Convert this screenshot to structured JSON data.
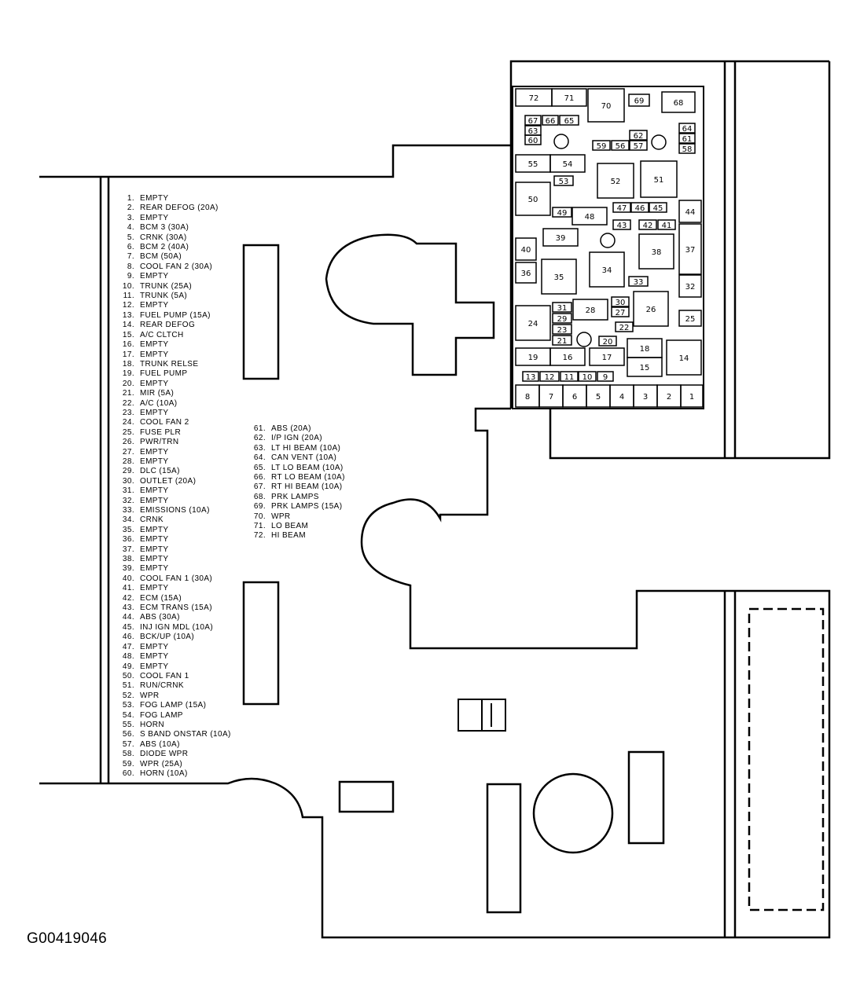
{
  "figure_id": "G00419046",
  "legend_left": [
    {
      "num": "1.",
      "label": "EMPTY"
    },
    {
      "num": "2.",
      "label": "REAR DEFOG (20A)"
    },
    {
      "num": "3.",
      "label": "EMPTY"
    },
    {
      "num": "4.",
      "label": "BCM 3 (30A)"
    },
    {
      "num": "5.",
      "label": "CRNK (30A)"
    },
    {
      "num": "6.",
      "label": "BCM 2 (40A)"
    },
    {
      "num": "7.",
      "label": "BCM (50A)"
    },
    {
      "num": "8.",
      "label": "COOL FAN 2 (30A)"
    },
    {
      "num": "9.",
      "label": "EMPTY"
    },
    {
      "num": "10.",
      "label": "TRUNK (25A)"
    },
    {
      "num": "11.",
      "label": "TRUNK (5A)"
    },
    {
      "num": "12.",
      "label": "EMPTY"
    },
    {
      "num": "13.",
      "label": "FUEL PUMP (15A)"
    },
    {
      "num": "14.",
      "label": "REAR DEFOG"
    },
    {
      "num": "15.",
      "label": "A/C CLTCH"
    },
    {
      "num": "16.",
      "label": "EMPTY"
    },
    {
      "num": "17.",
      "label": "EMPTY"
    },
    {
      "num": "18.",
      "label": "TRUNK RELSE"
    },
    {
      "num": "19.",
      "label": "FUEL PUMP"
    },
    {
      "num": "20.",
      "label": "EMPTY"
    },
    {
      "num": "21.",
      "label": "MIR (5A)"
    },
    {
      "num": "22.",
      "label": "A/C (10A)"
    },
    {
      "num": "23.",
      "label": "EMPTY"
    },
    {
      "num": "24.",
      "label": "COOL FAN 2"
    },
    {
      "num": "25.",
      "label": "FUSE PLR"
    },
    {
      "num": "26.",
      "label": "PWR/TRN"
    },
    {
      "num": "27.",
      "label": "EMPTY"
    },
    {
      "num": "28.",
      "label": "EMPTY"
    },
    {
      "num": "29.",
      "label": "DLC (15A)"
    },
    {
      "num": "30.",
      "label": "OUTLET (20A)"
    },
    {
      "num": "31.",
      "label": "EMPTY"
    },
    {
      "num": "32.",
      "label": "EMPTY"
    },
    {
      "num": "33.",
      "label": "EMISSIONS (10A)"
    },
    {
      "num": "34.",
      "label": "CRNK"
    },
    {
      "num": "35.",
      "label": "EMPTY"
    },
    {
      "num": "36.",
      "label": "EMPTY"
    },
    {
      "num": "37.",
      "label": "EMPTY"
    },
    {
      "num": "38.",
      "label": "EMPTY"
    },
    {
      "num": "39.",
      "label": "EMPTY"
    },
    {
      "num": "40.",
      "label": "COOL FAN 1 (30A)"
    },
    {
      "num": "41.",
      "label": "EMPTY"
    },
    {
      "num": "42.",
      "label": "ECM (15A)"
    },
    {
      "num": "43.",
      "label": "ECM TRANS (15A)"
    },
    {
      "num": "44.",
      "label": "ABS (30A)"
    },
    {
      "num": "45.",
      "label": "INJ IGN MDL (10A)"
    },
    {
      "num": "46.",
      "label": "BCK/UP (10A)"
    },
    {
      "num": "47.",
      "label": "EMPTY"
    },
    {
      "num": "48.",
      "label": "EMPTY"
    },
    {
      "num": "49.",
      "label": "EMPTY"
    },
    {
      "num": "50.",
      "label": "COOL FAN 1"
    },
    {
      "num": "51.",
      "label": "RUN/CRNK"
    },
    {
      "num": "52.",
      "label": "WPR"
    },
    {
      "num": "53.",
      "label": "FOG LAMP (15A)"
    },
    {
      "num": "54.",
      "label": "FOG LAMP"
    },
    {
      "num": "55.",
      "label": "HORN"
    },
    {
      "num": "56.",
      "label": "S BAND ONSTAR (10A)"
    },
    {
      "num": "57.",
      "label": "ABS (10A)"
    },
    {
      "num": "58.",
      "label": "DIODE WPR"
    },
    {
      "num": "59.",
      "label": "WPR (25A)"
    },
    {
      "num": "60.",
      "label": "HORN (10A)"
    }
  ],
  "legend_right": [
    {
      "num": "61.",
      "label": "ABS (20A)"
    },
    {
      "num": "62.",
      "label": "I/P IGN (20A)"
    },
    {
      "num": "63.",
      "label": "LT HI BEAM (10A)"
    },
    {
      "num": "64.",
      "label": "CAN VENT (10A)"
    },
    {
      "num": "65.",
      "label": "LT LO BEAM (10A)"
    },
    {
      "num": "66.",
      "label": "RT LO BEAM (10A)"
    },
    {
      "num": "67.",
      "label": "RT HI BEAM (10A)"
    },
    {
      "num": "68.",
      "label": "PRK LAMPS"
    },
    {
      "num": "69.",
      "label": "PRK LAMPS (15A)"
    },
    {
      "num": "70.",
      "label": "WPR"
    },
    {
      "num": "71.",
      "label": "LO BEAM"
    },
    {
      "num": "72.",
      "label": "HI BEAM"
    }
  ],
  "fuse_labels": [
    "72",
    "71",
    "70",
    "69",
    "68",
    "67",
    "66",
    "65",
    "63",
    "60",
    "64",
    "61",
    "58",
    "62",
    "59",
    "56",
    "57",
    "55",
    "54",
    "53",
    "52",
    "51",
    "50",
    "49",
    "48",
    "47",
    "46",
    "45",
    "44",
    "43",
    "42",
    "41",
    "40",
    "39",
    "38",
    "37",
    "36",
    "35",
    "34",
    "33",
    "32",
    "31",
    "30",
    "29",
    "28",
    "27",
    "26",
    "25",
    "24",
    "23",
    "22",
    "21",
    "20",
    "19",
    "18",
    "17",
    "16",
    "15",
    "14",
    "13",
    "12",
    "11",
    "10",
    "9",
    "8",
    "7",
    "6",
    "5",
    "4",
    "3",
    "2",
    "1"
  ]
}
